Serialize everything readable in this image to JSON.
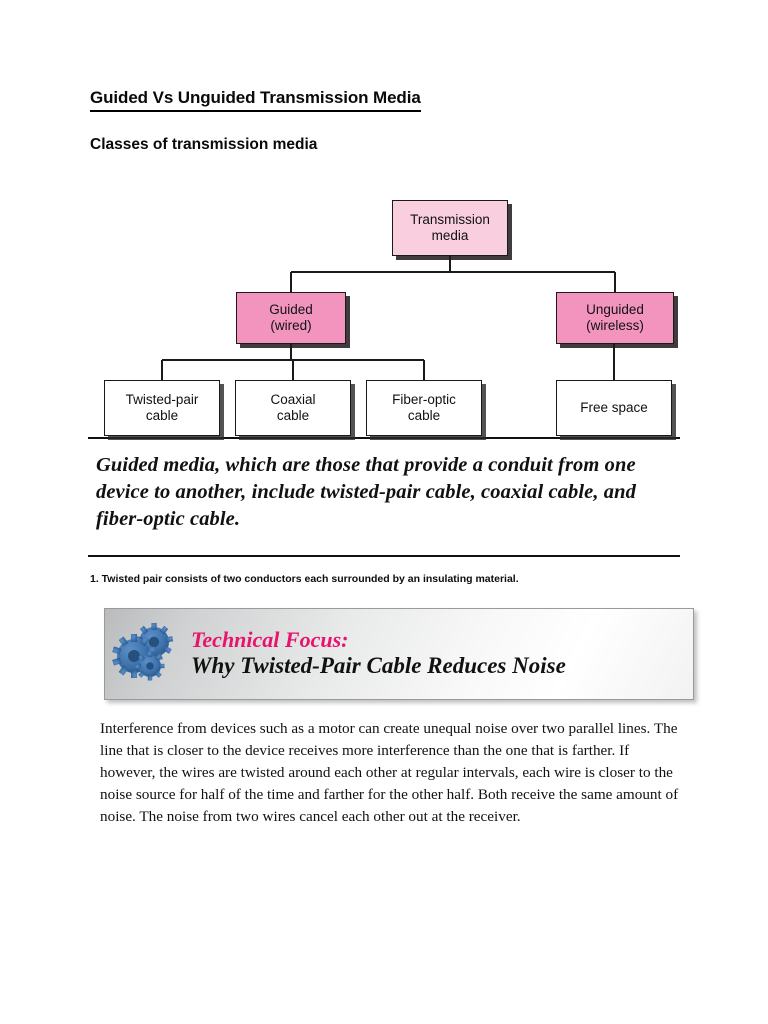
{
  "document": {
    "title": "Guided Vs Unguided Transmission Media",
    "subtitle": "Classes of transmission media"
  },
  "diagram": {
    "name": "classes-of-transmission-media-tree",
    "root": {
      "label": "Transmission media",
      "color": "#f9cfdf"
    },
    "level2": [
      {
        "label": "Guided (wired)",
        "color": "#f394bf"
      },
      {
        "label": "Unguided (wireless)",
        "color": "#f394bf"
      }
    ],
    "leaves": [
      {
        "label": "Twisted-pair cable",
        "color": "#ffffff"
      },
      {
        "label": "Coaxial cable",
        "color": "#ffffff"
      },
      {
        "label": "Fiber-optic cable",
        "color": "#ffffff"
      },
      {
        "label": "Free space",
        "color": "#ffffff"
      }
    ],
    "node_text": {
      "root_l1": "Transmission",
      "root_l2": "media",
      "guided_l1": "Guided",
      "guided_l2": "(wired)",
      "unguided_l1": "Unguided",
      "unguided_l2": "(wireless)",
      "twisted_l1": "Twisted-pair",
      "twisted_l2": "cable",
      "coax_l1": "Coaxial",
      "coax_l2": "cable",
      "fiber_l1": "Fiber-optic",
      "fiber_l2": "cable",
      "free_l1": "Free space"
    }
  },
  "quote": "Guided media, which are those that provide a conduit from one device to another, include twisted-pair cable, coaxial cable, and fiber-optic cable.",
  "note": "1. Twisted pair consists of two conductors each surrounded by an insulating material.",
  "technical_focus": {
    "icon": "gears-icon",
    "title": "Technical Focus:",
    "subtitle": "Why Twisted-Pair Cable Reduces Noise",
    "title_color": "#e8136c",
    "icon_color": "#3f74ae"
  },
  "body_paragraph": "Interference from devices such as a motor can create unequal noise over two parallel lines. The line that is closer to the device receives more interference than the one that is farther. If  however, the wires are twisted around each other at regular  intervals, each wire is closer to the noise source for half of the time and farther for the other half. Both receive the same amount of noise. The noise from two wires cancel each other out at the receiver."
}
